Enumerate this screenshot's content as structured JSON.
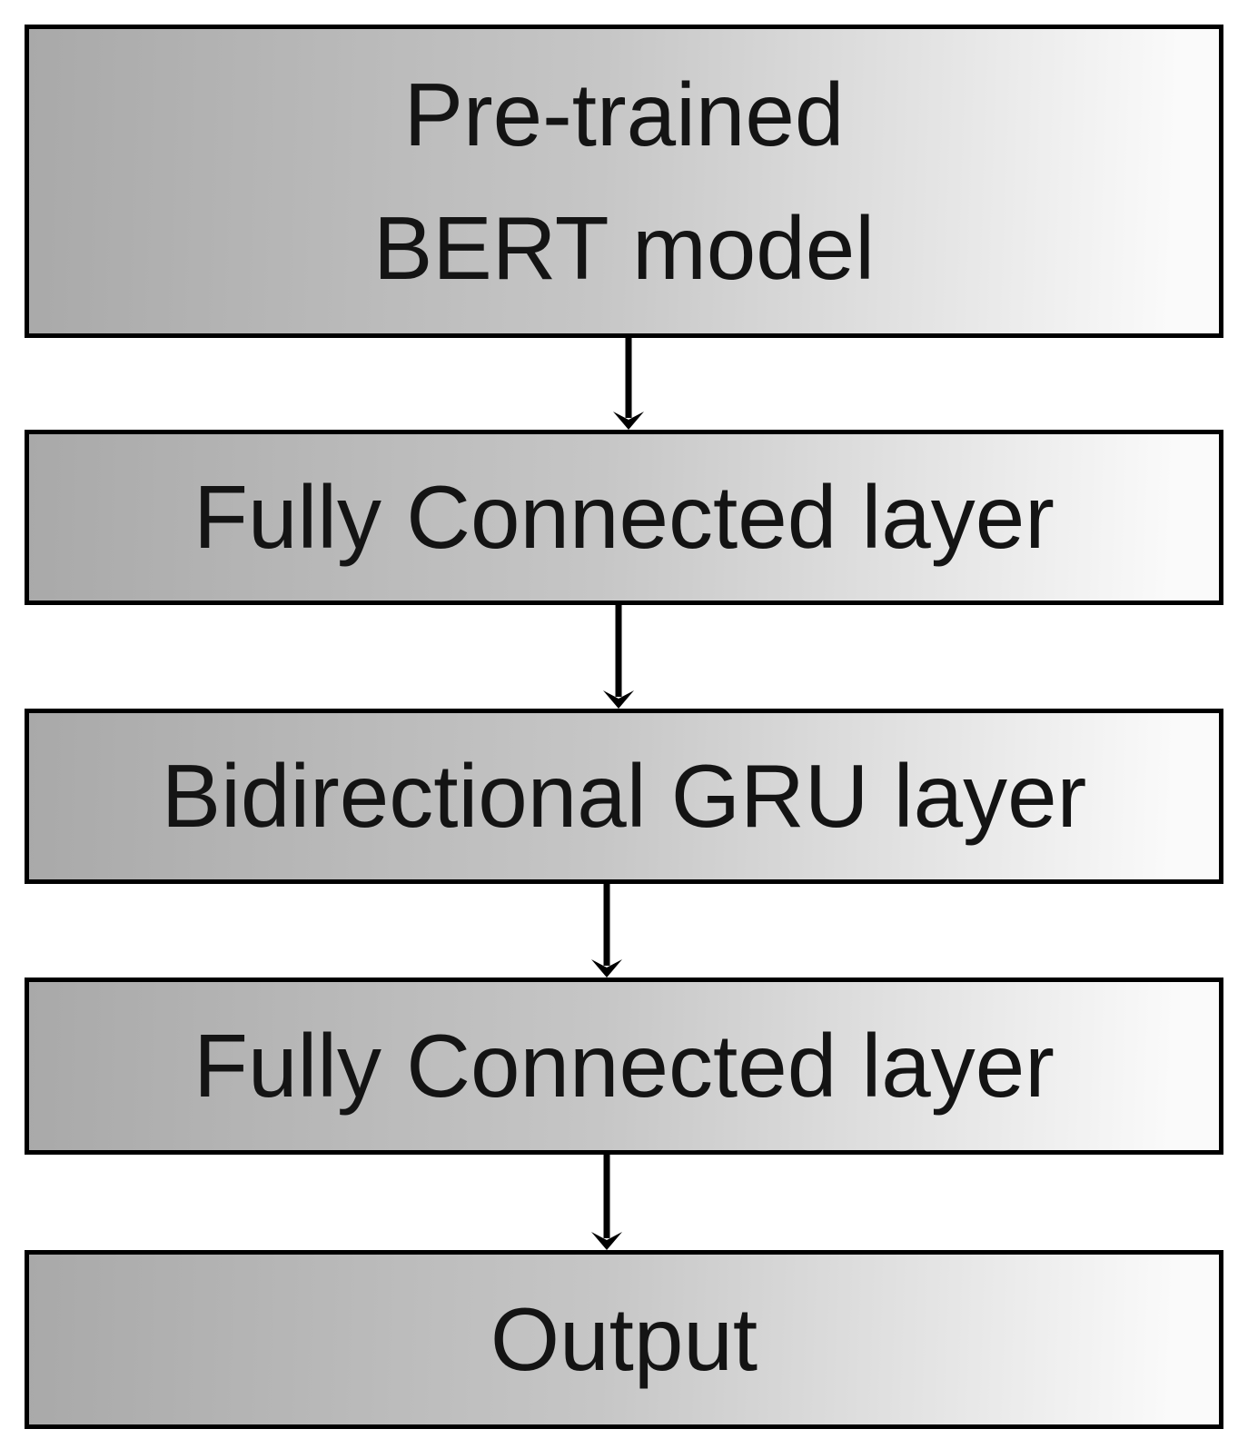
{
  "diagram": {
    "type": "flowchart",
    "direction": "top-down",
    "nodes": [
      {
        "id": "pretrained-bert",
        "label": "Pre-trained BERT model",
        "lines": [
          "Pre-trained",
          "BERT model"
        ]
      },
      {
        "id": "fc-layer-1",
        "label": "Fully Connected layer",
        "lines": [
          "Fully Connected layer"
        ]
      },
      {
        "id": "bigru-layer",
        "label": "Bidirectional GRU layer",
        "lines": [
          "Bidirectional GRU layer"
        ]
      },
      {
        "id": "fc-layer-2",
        "label": "Fully Connected layer",
        "lines": [
          "Fully Connected layer"
        ]
      },
      {
        "id": "output",
        "label": "Output",
        "lines": [
          "Output"
        ]
      }
    ],
    "edges": [
      {
        "from": "pretrained-bert",
        "to": "fc-layer-1",
        "style": "down-arrow"
      },
      {
        "from": "fc-layer-1",
        "to": "bigru-layer",
        "style": "down-arrow"
      },
      {
        "from": "bigru-layer",
        "to": "fc-layer-2",
        "style": "down-arrow"
      },
      {
        "from": "fc-layer-2",
        "to": "output",
        "style": "down-arrow"
      }
    ],
    "colors": {
      "background": "#ffffff",
      "node_fill_start": "#a9a9a9",
      "node_fill_mid": "#c6c6c6",
      "node_fill_end": "#fafafa",
      "node_border": "#000000",
      "arrow": "#000000",
      "text": "#141414"
    }
  }
}
